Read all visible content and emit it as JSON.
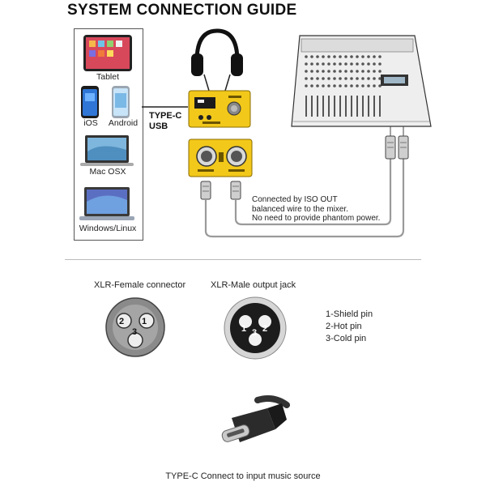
{
  "title": "SYSTEM CONNECTION GUIDE",
  "devices": {
    "tablet": "Tablet",
    "ios": "iOS",
    "android": "Android",
    "mac": "Mac OSX",
    "windows": "Windows/Linux"
  },
  "connection": {
    "type_c_line1": "TYPE-C",
    "type_c_line2": "USB"
  },
  "note": {
    "line1": "Connected by ISO OUT",
    "line2": "balanced wire to the mixer.",
    "line3": "No need to provide phantom power."
  },
  "connectors": {
    "female_caption": "XLR-Female connector",
    "male_caption": "XLR-Male output jack",
    "female_pins": [
      "2",
      "1",
      "3"
    ],
    "male_pins": [
      "1",
      "2",
      "3"
    ],
    "legend": [
      "1-Shield pin",
      "2-Hot pin",
      "3-Cold pin"
    ]
  },
  "bottom_caption": "TYPE-C Connect to input music source",
  "colors": {
    "unit_yellow": "#F2C81A",
    "cable_gray": "#9a9a9a"
  }
}
